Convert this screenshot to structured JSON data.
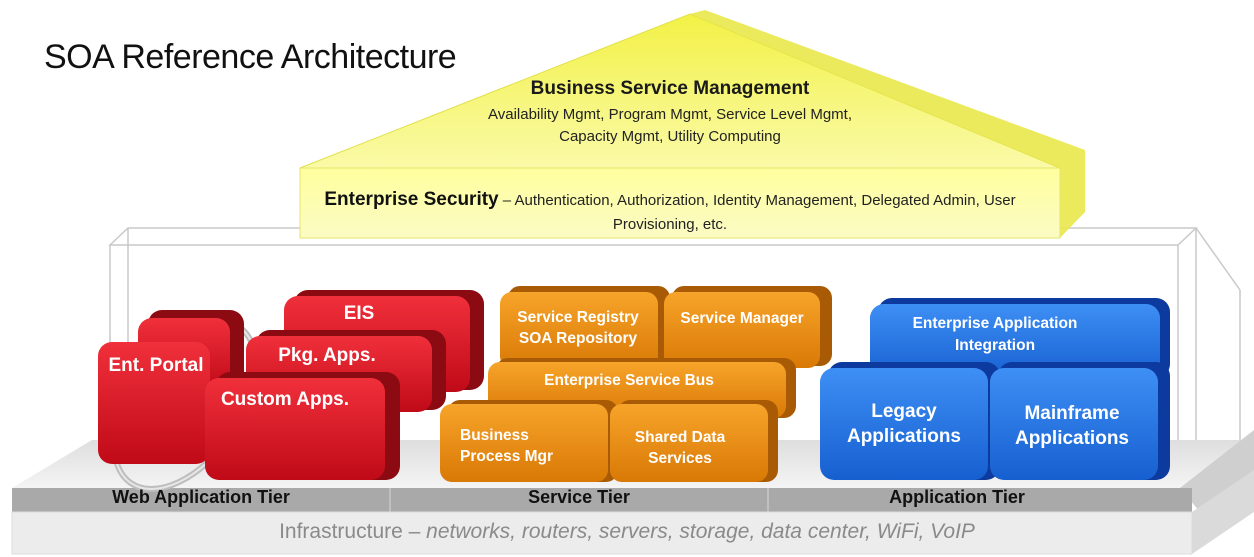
{
  "title": "SOA Reference Architecture",
  "roof": {
    "heading": "Business Service Management",
    "body": "Availability Mgmt, Program Mgmt, Service Level Mgmt, Capacity Mgmt, Utility Computing"
  },
  "security": {
    "heading": "Enterprise Security",
    "sep": " – ",
    "body": "Authentication, Authorization, Identity Management, Delegated Admin, User Provisioning, etc."
  },
  "web_tier": {
    "label": "Web Application Tier",
    "boxes": {
      "eis": "EIS",
      "portal": "Ent. Portal",
      "pkg": "Pkg. Apps.",
      "custom": "Custom Apps."
    }
  },
  "service_tier": {
    "label": "Service Tier",
    "boxes": {
      "registry_1": "Service Registry",
      "registry_2": "SOA Repository",
      "manager": "Service Manager",
      "esb": "Enterprise Service Bus",
      "bpm_1": "Business",
      "bpm_2": "Process Mgr",
      "shared_1": "Shared Data",
      "shared_2": "Services"
    }
  },
  "app_tier": {
    "label": "Application Tier",
    "boxes": {
      "eai_1": "Enterprise Application",
      "eai_2": "Integration",
      "legacy_1": "Legacy",
      "legacy_2": "Applications",
      "mainframe_1": "Mainframe",
      "mainframe_2": "Applications"
    }
  },
  "infrastructure": {
    "label": "Infrastructure",
    "sep": " – ",
    "items": "networks, routers, servers, storage, data center, WiFi, VoIP"
  },
  "colors": {
    "roof_yellow": "#f4f25a",
    "red": "#d40f1e",
    "orange": "#e88a08",
    "blue": "#1f6fe0",
    "tier_bar": "#a9a9a9",
    "infra_bar": "#e8e8e8"
  }
}
